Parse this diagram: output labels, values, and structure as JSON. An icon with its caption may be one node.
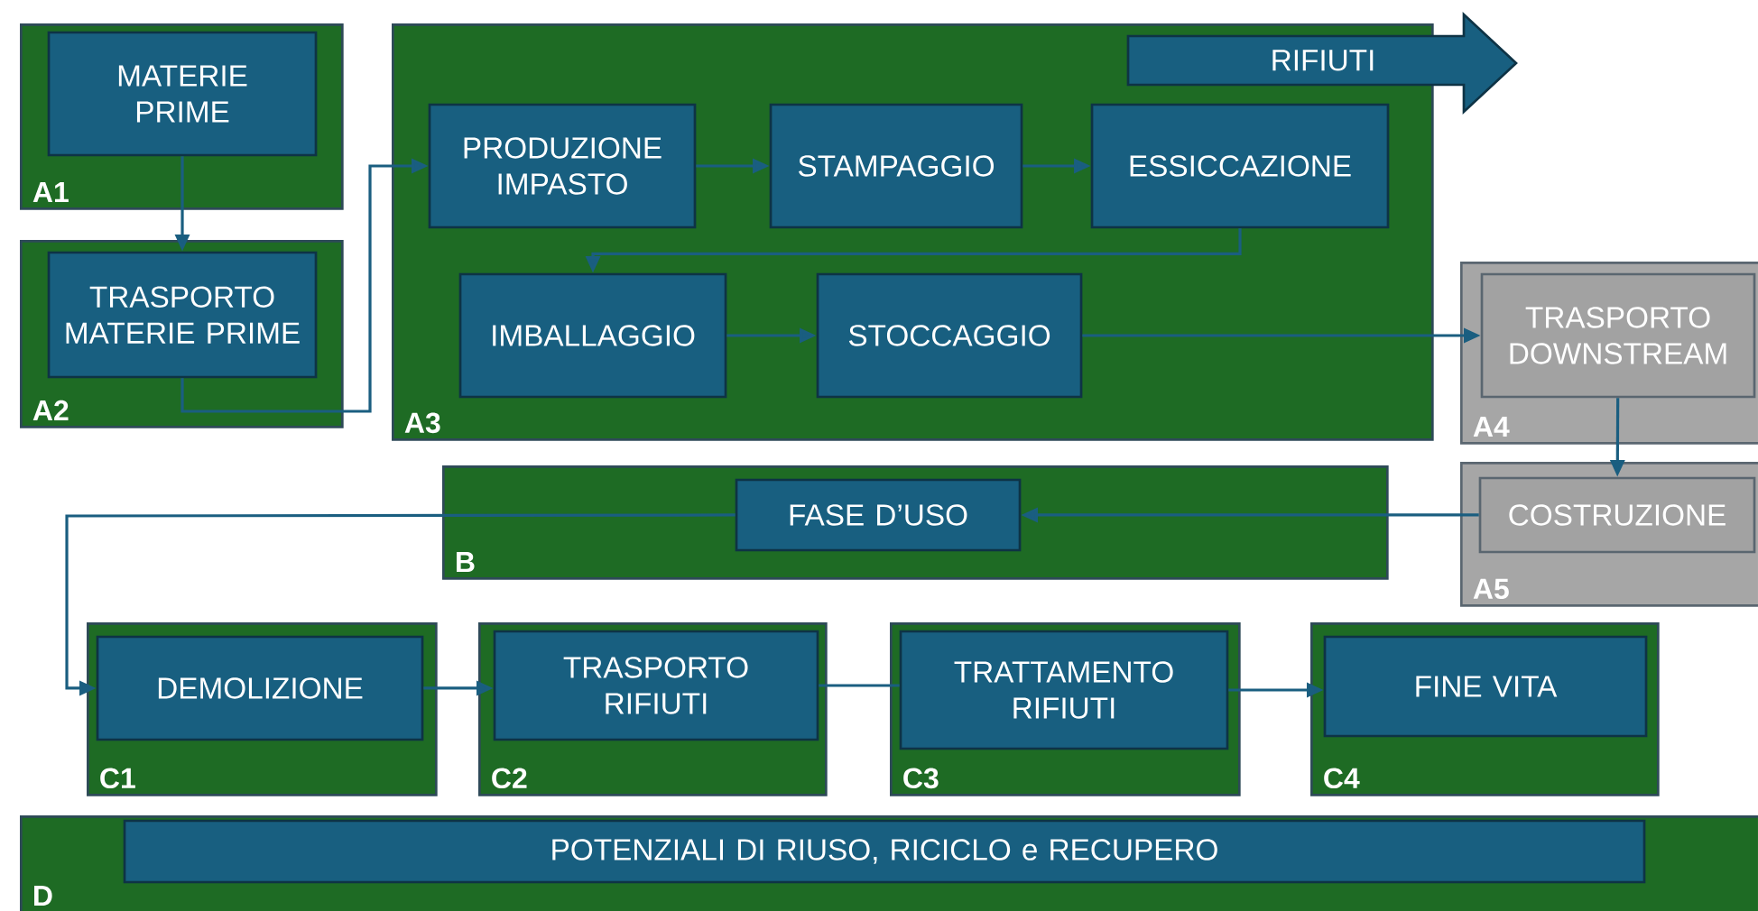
{
  "diagram": {
    "nodes": [
      {
        "text": [
          "A1"
        ]
      },
      {
        "text": [
          "MATERIE PRIME"
        ],
        "in": 0
      },
      {
        "text": [
          "A2"
        ]
      },
      {
        "text": [
          "TRASPORTO MATERIE PRIME"
        ],
        "in": 2
      },
      {
        "text": [
          "A3"
        ]
      },
      {
        "text": [
          "RIFIUTI"
        ]
      },
      {
        "text": [
          "PRODUZIONE IMPASTO"
        ],
        "in": 4
      },
      {
        "text": [
          "STAMPAGGIO"
        ],
        "in": 4
      },
      {
        "text": [
          "ESSICCAZIONE"
        ],
        "in": 4
      },
      {
        "text": [
          "IMBALLAGGIO"
        ],
        "in": 4
      },
      {
        "text": [
          "STOCCAGGIO"
        ],
        "in": 4
      },
      {
        "text": [
          "A4"
        ]
      },
      {
        "text": [
          "TRASPORTO DOWNSTREAM"
        ],
        "in": 11
      },
      {
        "text": [
          "A5"
        ]
      },
      {
        "text": [
          "COSTRUZIONE"
        ],
        "in": 13
      },
      {
        "text": [
          "B"
        ]
      },
      {
        "text": [
          "FASE D’USO"
        ],
        "in": 15
      },
      {
        "text": [
          "C1"
        ]
      },
      {
        "text": [
          "DEMOLIZIONE"
        ],
        "in": 17
      },
      {
        "text": [
          "C2"
        ]
      },
      {
        "text": [
          "TRASPORTO RIFIUTI"
        ],
        "in": 19
      },
      {
        "text": [
          "C3"
        ]
      },
      {
        "text": [
          "TRATTAMENTO RIFIUTI"
        ],
        "in": 21
      },
      {
        "text": [
          "C4"
        ]
      },
      {
        "text": [
          "FINE VITA"
        ],
        "in": 23
      },
      {
        "text": [
          "D"
        ]
      },
      {
        "text": [
          "POTENZIALI DI RIUSO, RICICLO e RECUPERO"
        ],
        "in": 25
      }
    ],
    "edges": [
      {
        "from": 1,
        "to": 3,
        "arrow": "to"
      },
      {
        "from": 3,
        "to": 6,
        "arrow": "to"
      },
      {
        "from": 6,
        "to": 7,
        "arrow": "to"
      },
      {
        "from": 7,
        "to": 8,
        "arrow": "to"
      },
      {
        "from": 8,
        "to": 9,
        "arrow": "to"
      },
      {
        "from": 9,
        "to": 10,
        "arrow": "to"
      },
      {
        "from": 10,
        "to": 12,
        "arrow": "to"
      },
      {
        "from": 12,
        "to": 14,
        "arrow": "to"
      },
      {
        "from": 14,
        "to": 16,
        "arrow": "to"
      },
      {
        "from": 16,
        "to": 18,
        "arrow": "to"
      },
      {
        "from": 18,
        "to": 20,
        "arrow": "to"
      },
      {
        "from": 20,
        "to": 22,
        "arrow": "none"
      },
      {
        "from": 22,
        "to": 24,
        "arrow": "to"
      }
    ]
  }
}
